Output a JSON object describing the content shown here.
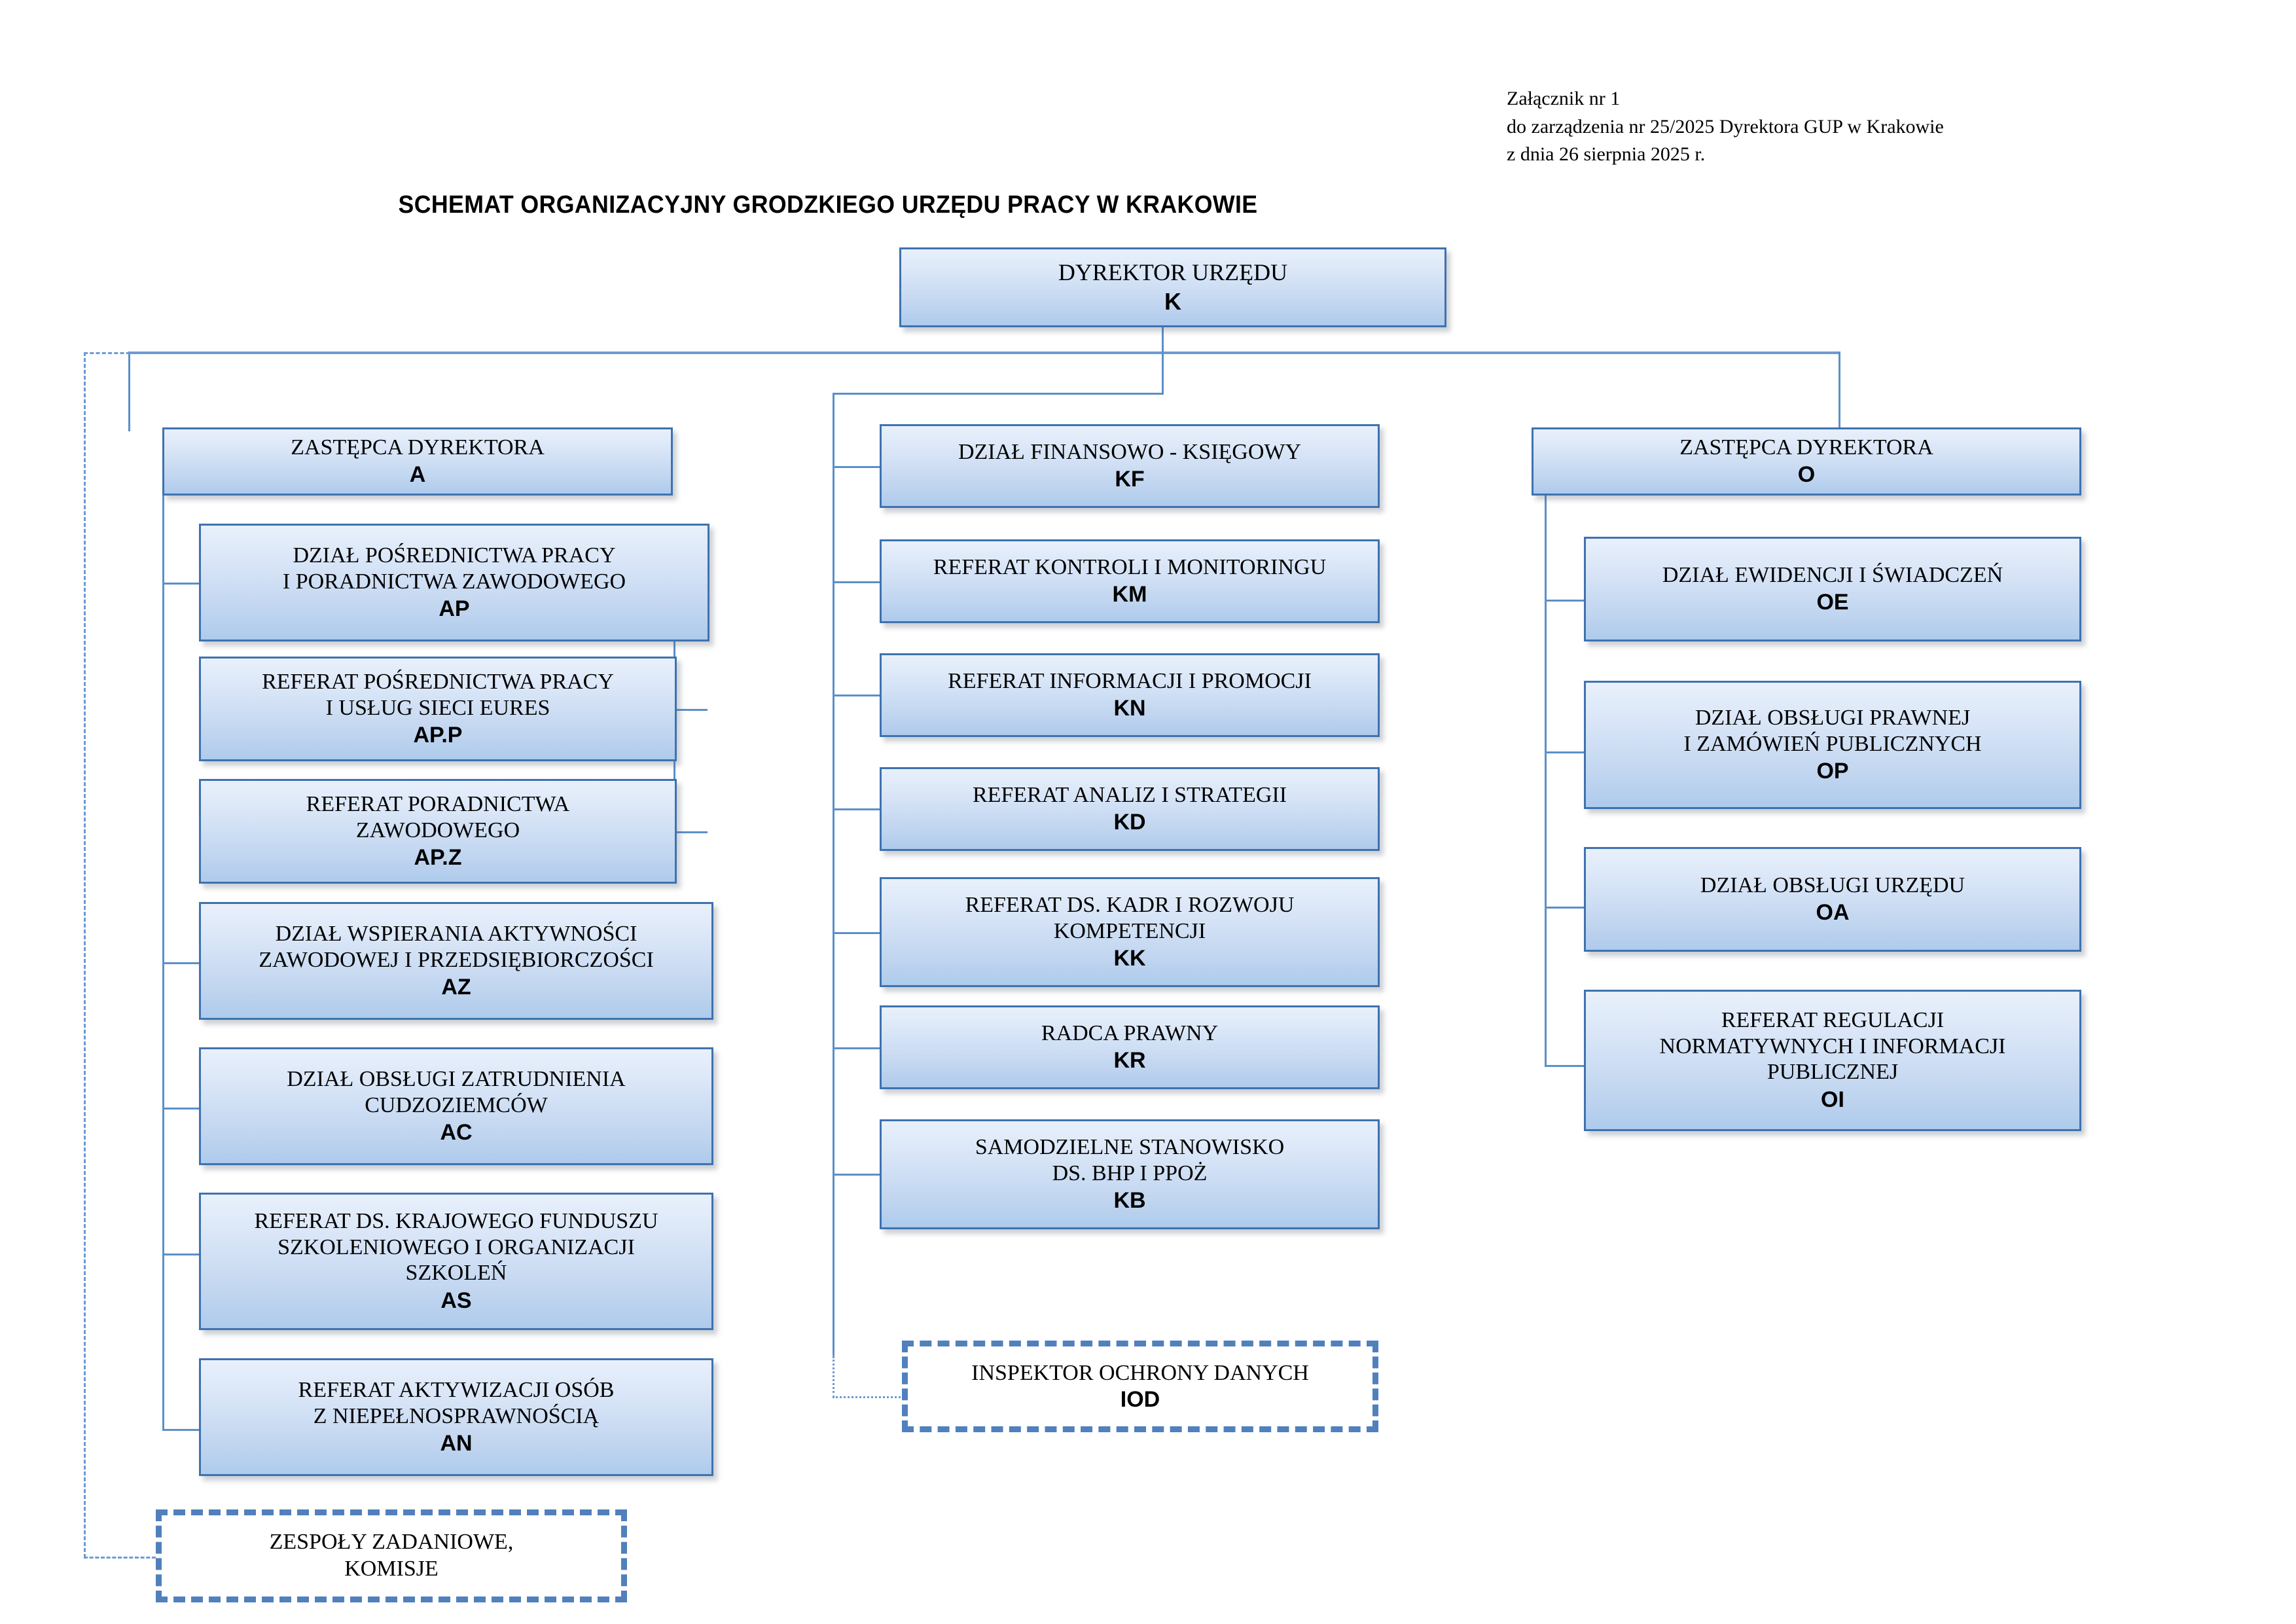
{
  "document_note": "Załącznik nr 1\ndo zarządzenia nr 25/2025 Dyrektora GUP w Krakowie\nz dnia 26 sierpnia 2025 r.",
  "title": "SCHEMAT ORGANIZACYJNY GRODZKIEGO URZĘDU PRACY W KRAKOWIE",
  "colors": {
    "box_border": "#3f72af",
    "box_fill_top": "#e8f0fb",
    "box_fill_bottom": "#aecbec",
    "connector": "#5b8fc9",
    "dashed_border": "#5080bd"
  },
  "nodes": {
    "root": {
      "name": "DYREKTOR URZĘDU",
      "code": "K"
    },
    "deputy_a": {
      "name": "ZASTĘPCA DYREKTORA",
      "code": "A"
    },
    "deputy_o": {
      "name": "ZASTĘPCA DYREKTORA",
      "code": "O"
    },
    "ap": {
      "name": "DZIAŁ POŚREDNICTWA PRACY\nI PORADNICTWA ZAWODOWEGO",
      "code": "AP"
    },
    "app": {
      "name": "REFERAT POŚREDNICTWA PRACY\nI USŁUG SIECI EURES",
      "code": "AP.P"
    },
    "apz": {
      "name": "REFERAT PORADNICTWA\nZAWODOWEGO",
      "code": "AP.Z"
    },
    "az": {
      "name": "DZIAŁ WSPIERANIA AKTYWNOŚCI\nZAWODOWEJ I PRZEDSIĘBIORCZOŚCI",
      "code": "AZ"
    },
    "ac": {
      "name": "DZIAŁ OBSŁUGI ZATRUDNIENIA\nCUDZOZIEMCÓW",
      "code": "AC"
    },
    "as": {
      "name": "REFERAT DS. KRAJOWEGO FUNDUSZU\nSZKOLENIOWEGO I ORGANIZACJI\nSZKOLEŃ",
      "code": "AS"
    },
    "an": {
      "name": "REFERAT AKTYWIZACJI OSÓB\nZ NIEPEŁNOSPRAWNOŚCIĄ",
      "code": "AN"
    },
    "kf": {
      "name": "DZIAŁ FINANSOWO - KSIĘGOWY",
      "code": "KF"
    },
    "km": {
      "name": "REFERAT KONTROLI I MONITORINGU",
      "code": "KM"
    },
    "kn": {
      "name": "REFERAT INFORMACJI I PROMOCJI",
      "code": "KN"
    },
    "kd": {
      "name": "REFERAT ANALIZ I STRATEGII",
      "code": "KD"
    },
    "kk": {
      "name": "REFERAT DS. KADR I ROZWOJU\nKOMPETENCJI",
      "code": "KK"
    },
    "kr": {
      "name": "RADCA PRAWNY",
      "code": "KR"
    },
    "kb": {
      "name": "SAMODZIELNE STANOWISKO\nDS. BHP I PPOŻ",
      "code": "KB"
    },
    "oe": {
      "name": "DZIAŁ EWIDENCJI I ŚWIADCZEŃ",
      "code": "OE"
    },
    "op": {
      "name": "DZIAŁ OBSŁUGI PRAWNEJ\nI ZAMÓWIEŃ PUBLICZNYCH",
      "code": "OP"
    },
    "oa": {
      "name": "DZIAŁ OBSŁUGI URZĘDU",
      "code": "OA"
    },
    "oi": {
      "name": "REFERAT REGULACJI\nNORMATYWNYCH I INFORMACJI\nPUBLICZNEJ",
      "code": "OI"
    },
    "iod": {
      "name": "INSPEKTOR OCHRONY DANYCH",
      "code": "IOD"
    },
    "teams": {
      "name": "ZESPOŁY ZADANIOWE,\nKOMISJE",
      "code": ""
    }
  }
}
